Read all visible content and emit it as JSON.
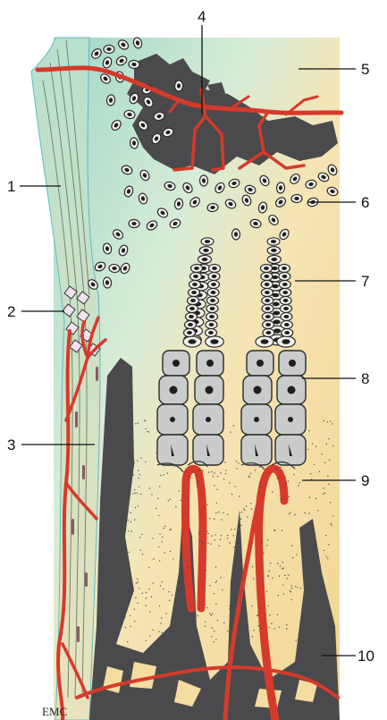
{
  "labels": [
    {
      "text": "1"
    },
    {
      "text": "2"
    },
    {
      "text": "3"
    },
    {
      "text": "4"
    },
    {
      "text": "5"
    },
    {
      "text": "6"
    },
    {
      "text": "7"
    },
    {
      "text": "8"
    },
    {
      "text": "9"
    },
    {
      "text": "10"
    }
  ],
  "credit": "EMC",
  "colors": {
    "vessel": "#d63a2a",
    "bone": "#4a4a4c",
    "cartilage_top": "#a8d8c6",
    "cartilage_bottom": "#f5dca0",
    "periosteum": "#e6e7c7"
  }
}
